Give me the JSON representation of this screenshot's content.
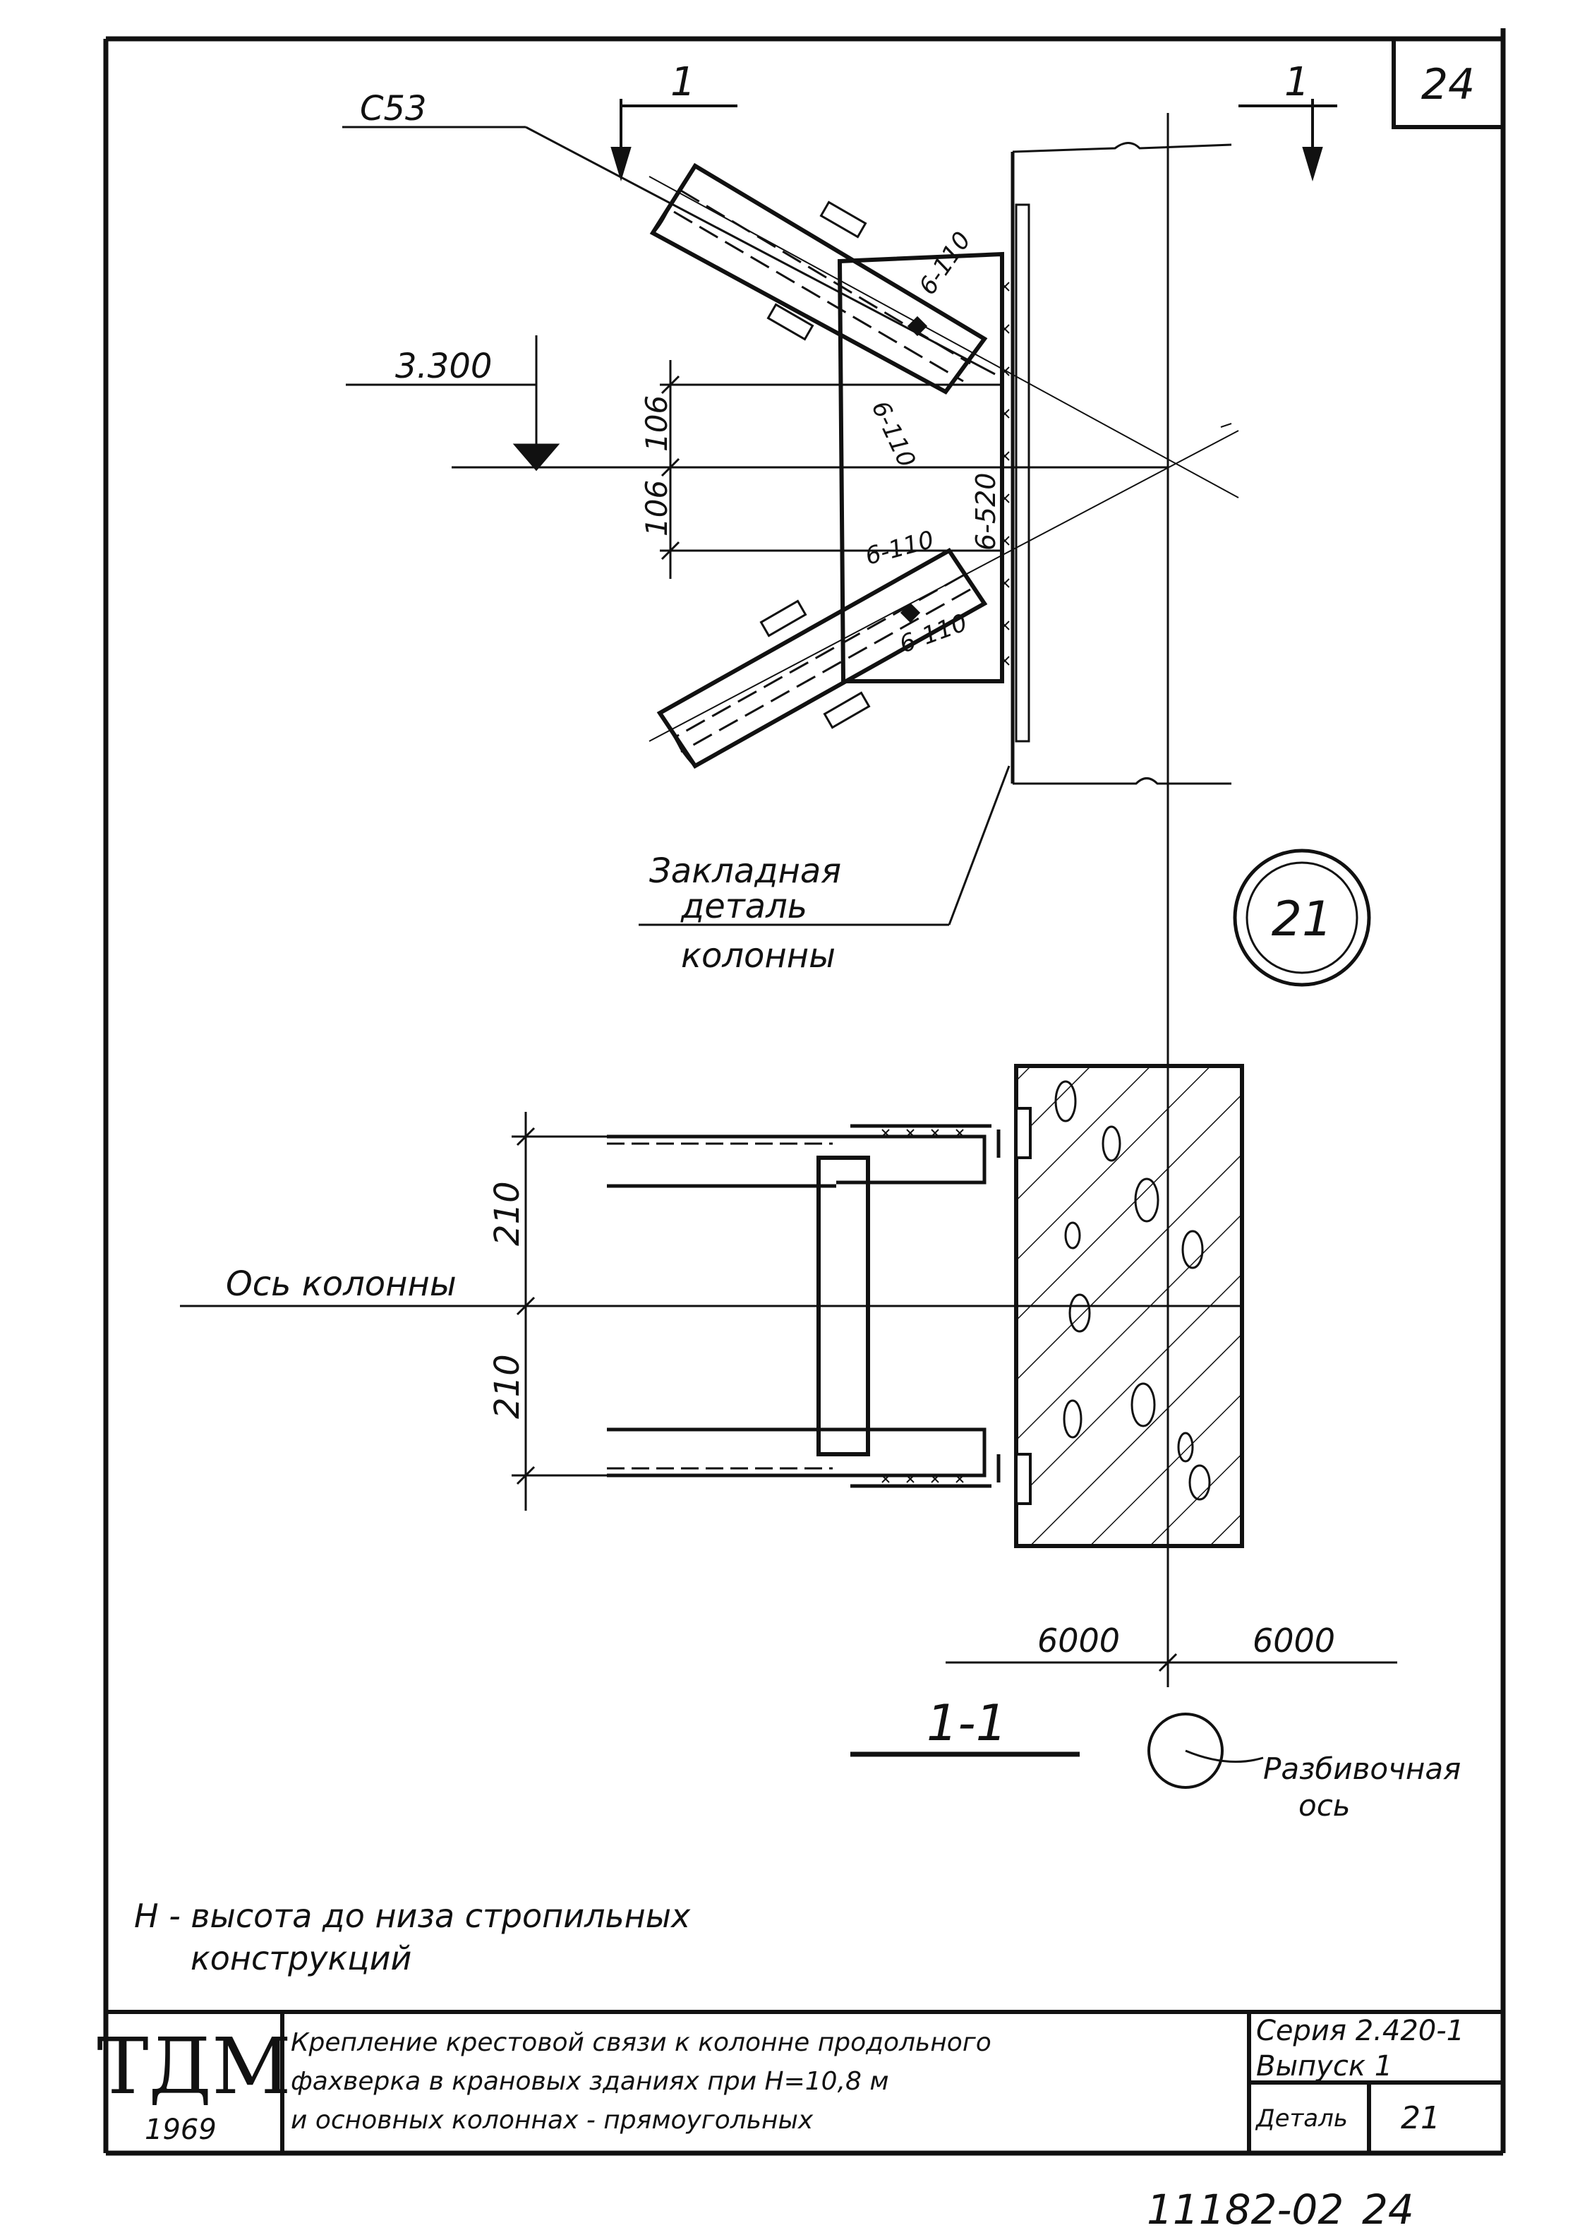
{
  "sheet": {
    "sheet_number": "24",
    "bottom_code": "11182-02",
    "bottom_page": "24"
  },
  "drawing": {
    "member_label": "С53",
    "section_mark_left": "1",
    "section_mark_right": "1",
    "elevation": "3.300",
    "dim_upper": "106",
    "dim_lower": "106",
    "weld_1": "6-110",
    "weld_2": "6-110",
    "weld_3": "6-110",
    "weld_4": "6-110",
    "weld_5": "6-520",
    "embedded_line1": "Закладная",
    "embedded_line2": "деталь",
    "embedded_line3": "колонны",
    "detail_bubble": "21",
    "section_dim_upper": "210",
    "section_dim_lower": "210",
    "column_axis": "Ось колонны",
    "span_left": "6000",
    "span_right": "6000",
    "section_title": "1-1",
    "layout_axis_line1": "Разбивочная",
    "layout_axis_line2": "ось",
    "note_line1": "Н - высота до низа стропильных",
    "note_line2": "конструкций"
  },
  "title_block": {
    "org": "ТДМ",
    "year": "1969",
    "title_line1": "Крепление крестовой связи к колонне продольного",
    "title_line2": "фахверка в крановых зданиях при Н=10,8 м",
    "title_line3": "и основных колоннах - прямоугольных",
    "series": "Серия 2.420-1",
    "issue": "Выпуск 1",
    "detail_label": "Деталь",
    "detail_number": "21"
  }
}
